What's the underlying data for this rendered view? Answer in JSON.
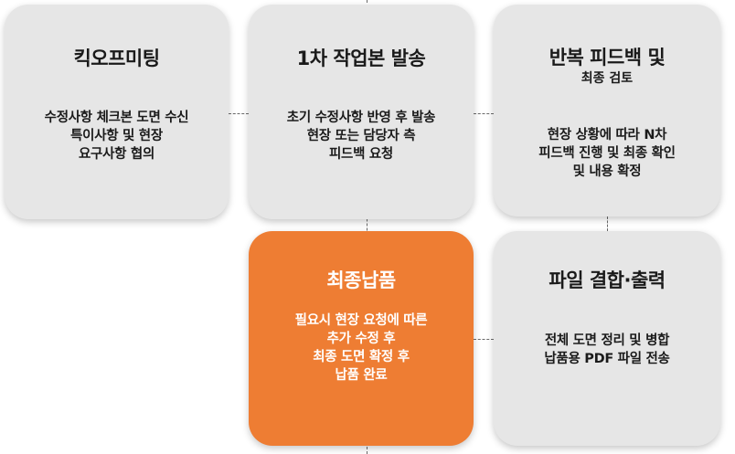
{
  "steps": [
    {
      "title": "킥오프미팅",
      "subtitle": "",
      "lines": [
        "수정사항 체크본 도면 수신",
        "특이사항 및 현장",
        "요구사항 협의"
      ]
    },
    {
      "title": "1차 작업본 발송",
      "subtitle": "",
      "lines": [
        "초기 수정사항 반영 후 발송",
        "현장 또는 담당자 측",
        "피드백 요청"
      ]
    },
    {
      "title": "반복 피드백 및",
      "subtitle": "최종 검토",
      "lines": [
        "현장 상황에 따라 N차",
        "피드백 진행 및 최종 확인",
        "및 내용 확정"
      ]
    },
    {
      "title": "최종납품",
      "subtitle": "",
      "lines": [
        "필요시 현장 요청에 따른",
        "추가 수정 후",
        "최종 도면 확정 후",
        "납품 완료"
      ]
    },
    {
      "title": "파일 결합·출력",
      "subtitle": "",
      "lines": [
        "전체 도면 정리 및 병합",
        "납품용 PDF 파일 전송"
      ]
    }
  ],
  "colors": {
    "card": "#e6e6e6",
    "highlight": "#ee7d33"
  }
}
